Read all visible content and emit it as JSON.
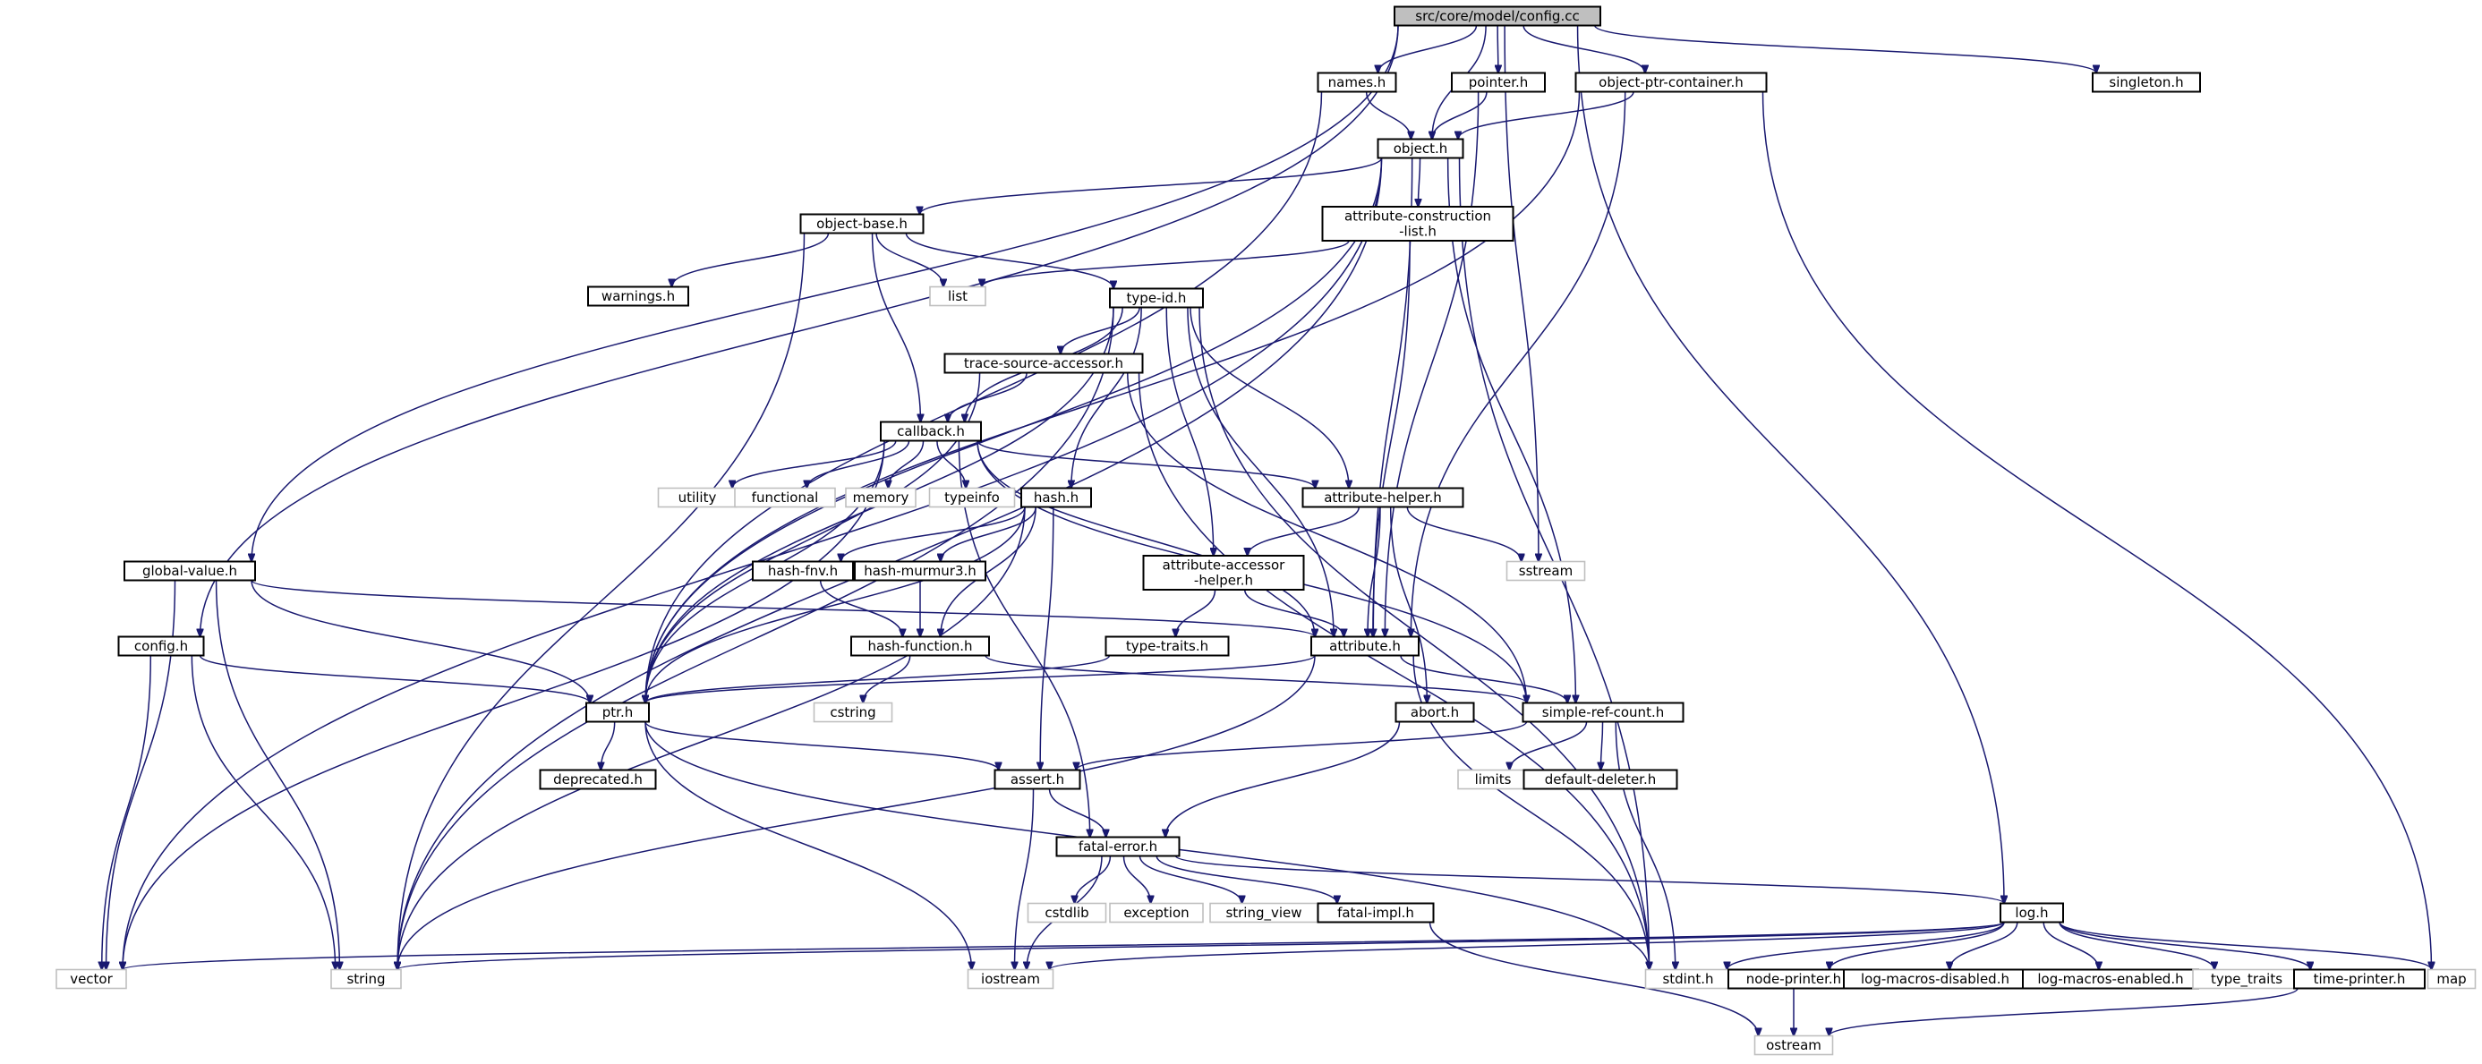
{
  "edge_color": "#191970",
  "root_fill": "#bfbfbf",
  "system_header_border": "#bfbfbf",
  "nodes": [
    {
      "id": "config_cc",
      "lines": [
        "src/core/model/config.cc"
      ],
      "kind": "root"
    },
    {
      "id": "names_h",
      "lines": [
        "names.h"
      ],
      "kind": "project"
    },
    {
      "id": "pointer_h",
      "lines": [
        "pointer.h"
      ],
      "kind": "project"
    },
    {
      "id": "object_ptr_container_h",
      "lines": [
        "object-ptr-container.h"
      ],
      "kind": "project"
    },
    {
      "id": "singleton_h",
      "lines": [
        "singleton.h"
      ],
      "kind": "project"
    },
    {
      "id": "object_h",
      "lines": [
        "object.h"
      ],
      "kind": "project"
    },
    {
      "id": "object_base_h",
      "lines": [
        "object-base.h"
      ],
      "kind": "project"
    },
    {
      "id": "attribute_construction_list_h",
      "lines": [
        "attribute-construction",
        "-list.h"
      ],
      "kind": "project"
    },
    {
      "id": "list",
      "lines": [
        "list"
      ],
      "kind": "system"
    },
    {
      "id": "warnings_h",
      "lines": [
        "warnings.h"
      ],
      "kind": "project"
    },
    {
      "id": "type_id_h",
      "lines": [
        "type-id.h"
      ],
      "kind": "project"
    },
    {
      "id": "trace_source_accessor_h",
      "lines": [
        "trace-source-accessor.h"
      ],
      "kind": "project"
    },
    {
      "id": "callback_h",
      "lines": [
        "callback.h"
      ],
      "kind": "project"
    },
    {
      "id": "utility",
      "lines": [
        "utility"
      ],
      "kind": "system"
    },
    {
      "id": "functional",
      "lines": [
        "functional"
      ],
      "kind": "system"
    },
    {
      "id": "memory",
      "lines": [
        "memory"
      ],
      "kind": "system"
    },
    {
      "id": "typeinfo",
      "lines": [
        "typeinfo"
      ],
      "kind": "system"
    },
    {
      "id": "hash_h",
      "lines": [
        "hash.h"
      ],
      "kind": "project"
    },
    {
      "id": "attribute_helper_h",
      "lines": [
        "attribute-helper.h"
      ],
      "kind": "project"
    },
    {
      "id": "global_value_h",
      "lines": [
        "global-value.h"
      ],
      "kind": "project"
    },
    {
      "id": "hash_fnv_h",
      "lines": [
        "hash-fnv.h"
      ],
      "kind": "project"
    },
    {
      "id": "hash_murmur3_h",
      "lines": [
        "hash-murmur3.h"
      ],
      "kind": "project"
    },
    {
      "id": "attribute_accessor_helper_h",
      "lines": [
        "attribute-accessor",
        "-helper.h"
      ],
      "kind": "project"
    },
    {
      "id": "sstream",
      "lines": [
        "sstream"
      ],
      "kind": "system"
    },
    {
      "id": "config_h",
      "lines": [
        "config.h"
      ],
      "kind": "project"
    },
    {
      "id": "hash_function_h",
      "lines": [
        "hash-function.h"
      ],
      "kind": "project"
    },
    {
      "id": "type_traits_h",
      "lines": [
        "type-traits.h"
      ],
      "kind": "project"
    },
    {
      "id": "attribute_h",
      "lines": [
        "attribute.h"
      ],
      "kind": "project"
    },
    {
      "id": "cstring",
      "lines": [
        "cstring"
      ],
      "kind": "system"
    },
    {
      "id": "ptr_h",
      "lines": [
        "ptr.h"
      ],
      "kind": "project"
    },
    {
      "id": "abort_h",
      "lines": [
        "abort.h"
      ],
      "kind": "project"
    },
    {
      "id": "simple_ref_count_h",
      "lines": [
        "simple-ref-count.h"
      ],
      "kind": "project"
    },
    {
      "id": "deprecated_h",
      "lines": [
        "deprecated.h"
      ],
      "kind": "project"
    },
    {
      "id": "assert_h",
      "lines": [
        "assert.h"
      ],
      "kind": "project"
    },
    {
      "id": "limits",
      "lines": [
        "limits"
      ],
      "kind": "system"
    },
    {
      "id": "default_deleter_h",
      "lines": [
        "default-deleter.h"
      ],
      "kind": "project"
    },
    {
      "id": "fatal_error_h",
      "lines": [
        "fatal-error.h"
      ],
      "kind": "project"
    },
    {
      "id": "cstdlib",
      "lines": [
        "cstdlib"
      ],
      "kind": "system"
    },
    {
      "id": "exception",
      "lines": [
        "exception"
      ],
      "kind": "system"
    },
    {
      "id": "string_view",
      "lines": [
        "string_view"
      ],
      "kind": "system"
    },
    {
      "id": "fatal_impl_h",
      "lines": [
        "fatal-impl.h"
      ],
      "kind": "project"
    },
    {
      "id": "log_h",
      "lines": [
        "log.h"
      ],
      "kind": "project"
    },
    {
      "id": "vector",
      "lines": [
        "vector"
      ],
      "kind": "system"
    },
    {
      "id": "string",
      "lines": [
        "string"
      ],
      "kind": "system"
    },
    {
      "id": "iostream",
      "lines": [
        "iostream"
      ],
      "kind": "system"
    },
    {
      "id": "stdint_h",
      "lines": [
        "stdint.h"
      ],
      "kind": "system"
    },
    {
      "id": "node_printer_h",
      "lines": [
        "node-printer.h"
      ],
      "kind": "project"
    },
    {
      "id": "log_macros_disabled_h",
      "lines": [
        "log-macros-disabled.h"
      ],
      "kind": "project"
    },
    {
      "id": "log_macros_enabled_h",
      "lines": [
        "log-macros-enabled.h"
      ],
      "kind": "project"
    },
    {
      "id": "type_traits",
      "lines": [
        "type_traits"
      ],
      "kind": "system"
    },
    {
      "id": "time_printer_h",
      "lines": [
        "time-printer.h"
      ],
      "kind": "project"
    },
    {
      "id": "map",
      "lines": [
        "map"
      ],
      "kind": "system"
    },
    {
      "id": "ostream",
      "lines": [
        "ostream"
      ],
      "kind": "system"
    }
  ],
  "edges": [
    [
      "config_cc",
      "names_h"
    ],
    [
      "config_cc",
      "pointer_h"
    ],
    [
      "config_cc",
      "object_ptr_container_h"
    ],
    [
      "config_cc",
      "singleton_h"
    ],
    [
      "config_cc",
      "object_h"
    ],
    [
      "config_cc",
      "global_value_h"
    ],
    [
      "config_cc",
      "config_h"
    ],
    [
      "config_cc",
      "sstream"
    ],
    [
      "config_cc",
      "log_h"
    ],
    [
      "names_h",
      "object_h"
    ],
    [
      "names_h",
      "ptr_h"
    ],
    [
      "pointer_h",
      "object_h"
    ],
    [
      "pointer_h",
      "attribute_h"
    ],
    [
      "object_ptr_container_h",
      "object_h"
    ],
    [
      "object_ptr_container_h",
      "ptr_h"
    ],
    [
      "object_ptr_container_h",
      "attribute_h"
    ],
    [
      "object_ptr_container_h",
      "map"
    ],
    [
      "object_h",
      "object_base_h"
    ],
    [
      "object_h",
      "attribute_construction_list_h"
    ],
    [
      "object_h",
      "ptr_h"
    ],
    [
      "object_h",
      "attribute_h"
    ],
    [
      "object_h",
      "simple_ref_count_h"
    ],
    [
      "object_h",
      "vector"
    ],
    [
      "object_h",
      "string"
    ],
    [
      "object_h",
      "stdint_h"
    ],
    [
      "object_base_h",
      "list"
    ],
    [
      "object_base_h",
      "warnings_h"
    ],
    [
      "object_base_h",
      "type_id_h"
    ],
    [
      "object_base_h",
      "callback_h"
    ],
    [
      "object_base_h",
      "string"
    ],
    [
      "attribute_construction_list_h",
      "list"
    ],
    [
      "attribute_construction_list_h",
      "attribute_h"
    ],
    [
      "type_id_h",
      "trace_source_accessor_h"
    ],
    [
      "type_id_h",
      "callback_h"
    ],
    [
      "type_id_h",
      "hash_h"
    ],
    [
      "type_id_h",
      "attribute_helper_h"
    ],
    [
      "type_id_h",
      "attribute_accessor_helper_h"
    ],
    [
      "type_id_h",
      "attribute_h"
    ],
    [
      "type_id_h",
      "ptr_h"
    ],
    [
      "type_id_h",
      "string"
    ],
    [
      "type_id_h",
      "stdint_h"
    ],
    [
      "trace_source_accessor_h",
      "callback_h"
    ],
    [
      "trace_source_accessor_h",
      "ptr_h"
    ],
    [
      "trace_source_accessor_h",
      "simple_ref_count_h"
    ],
    [
      "trace_source_accessor_h",
      "stdint_h"
    ],
    [
      "callback_h",
      "utility"
    ],
    [
      "callback_h",
      "functional"
    ],
    [
      "callback_h",
      "memory"
    ],
    [
      "callback_h",
      "typeinfo"
    ],
    [
      "callback_h",
      "attribute_helper_h"
    ],
    [
      "callback_h",
      "attribute_h"
    ],
    [
      "callback_h",
      "ptr_h"
    ],
    [
      "callback_h",
      "simple_ref_count_h"
    ],
    [
      "callback_h",
      "fatal_error_h"
    ],
    [
      "callback_h",
      "vector"
    ],
    [
      "hash_h",
      "hash_fnv_h"
    ],
    [
      "hash_h",
      "hash_murmur3_h"
    ],
    [
      "hash_h",
      "hash_function_h"
    ],
    [
      "hash_h",
      "ptr_h"
    ],
    [
      "hash_h",
      "assert_h"
    ],
    [
      "hash_h",
      "string"
    ],
    [
      "attribute_helper_h",
      "attribute_accessor_helper_h"
    ],
    [
      "attribute_helper_h",
      "attribute_h"
    ],
    [
      "attribute_helper_h",
      "sstream"
    ],
    [
      "attribute_helper_h",
      "abort_h"
    ],
    [
      "global_value_h",
      "attribute_h"
    ],
    [
      "global_value_h",
      "ptr_h"
    ],
    [
      "global_value_h",
      "vector"
    ],
    [
      "global_value_h",
      "string"
    ],
    [
      "hash_fnv_h",
      "hash_function_h"
    ],
    [
      "hash_murmur3_h",
      "hash_function_h"
    ],
    [
      "attribute_accessor_helper_h",
      "type_traits_h"
    ],
    [
      "attribute_accessor_helper_h",
      "attribute_h"
    ],
    [
      "config_h",
      "ptr_h"
    ],
    [
      "config_h",
      "vector"
    ],
    [
      "config_h",
      "string"
    ],
    [
      "hash_function_h",
      "cstring"
    ],
    [
      "hash_function_h",
      "simple_ref_count_h"
    ],
    [
      "type_traits_h",
      "ptr_h"
    ],
    [
      "attribute_h",
      "ptr_h"
    ],
    [
      "attribute_h",
      "simple_ref_count_h"
    ],
    [
      "attribute_h",
      "string"
    ],
    [
      "attribute_h",
      "stdint_h"
    ],
    [
      "ptr_h",
      "deprecated_h"
    ],
    [
      "ptr_h",
      "assert_h"
    ],
    [
      "ptr_h",
      "iostream"
    ],
    [
      "ptr_h",
      "stdint_h"
    ],
    [
      "abort_h",
      "fatal_error_h"
    ],
    [
      "simple_ref_count_h",
      "assert_h"
    ],
    [
      "simple_ref_count_h",
      "limits"
    ],
    [
      "simple_ref_count_h",
      "default_deleter_h"
    ],
    [
      "simple_ref_count_h",
      "stdint_h"
    ],
    [
      "assert_h",
      "fatal_error_h"
    ],
    [
      "assert_h",
      "iostream"
    ],
    [
      "fatal_error_h",
      "cstdlib"
    ],
    [
      "fatal_error_h",
      "exception"
    ],
    [
      "fatal_error_h",
      "string_view"
    ],
    [
      "fatal_error_h",
      "fatal_impl_h"
    ],
    [
      "fatal_error_h",
      "log_h"
    ],
    [
      "fatal_error_h",
      "iostream"
    ],
    [
      "fatal_impl_h",
      "ostream"
    ],
    [
      "log_h",
      "vector"
    ],
    [
      "log_h",
      "string"
    ],
    [
      "log_h",
      "iostream"
    ],
    [
      "log_h",
      "stdint_h"
    ],
    [
      "log_h",
      "node_printer_h"
    ],
    [
      "log_h",
      "log_macros_disabled_h"
    ],
    [
      "log_h",
      "log_macros_enabled_h"
    ],
    [
      "log_h",
      "type_traits"
    ],
    [
      "log_h",
      "time_printer_h"
    ],
    [
      "log_h",
      "map"
    ],
    [
      "node_printer_h",
      "ostream"
    ],
    [
      "time_printer_h",
      "ostream"
    ]
  ]
}
